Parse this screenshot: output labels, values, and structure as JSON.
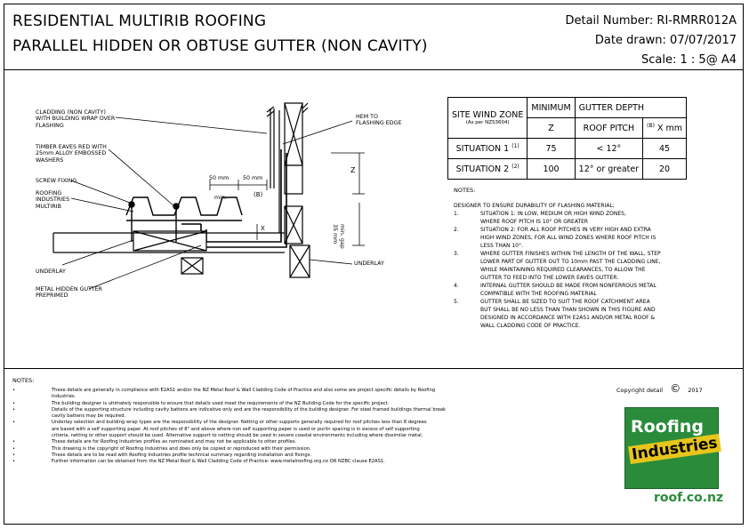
{
  "header": {
    "title_line1": "RESIDENTIAL MULTIRIB ROOFING",
    "title_line2": "PARALLEL HIDDEN OR OBTUSE GUTTER (NON CAVITY)",
    "detail_number": "Detail Number:  RI-RMRR012A",
    "date_drawn": "Date drawn:  07/07/2017",
    "scale": "Scale:   1 : 5@ A4"
  },
  "drawing_labels": {
    "cladding": [
      "CLADDING (NON CAVITY)",
      "WITH BUILDING WRAP OVER",
      "FLASHING"
    ],
    "timber": [
      "TIMBER EAVES RED WITH",
      "25mm ALLOY EMBOSSED",
      "WASHERS"
    ],
    "screw": [
      "SCREW FIXING"
    ],
    "roofing": [
      "ROOFING",
      "INDUSTRIES",
      "MULTIRIB"
    ],
    "underlay_left": [
      "UNDERLAY"
    ],
    "gutter": [
      "METAL HIDDEN GUTTER",
      "PREPRIMED"
    ],
    "hemto": [
      "HEM TO",
      "FLASHING EDGE"
    ],
    "underlay_right": [
      "UNDERLAY"
    ],
    "dim_50a": "50 mm",
    "dim_50b": "50 mm",
    "dim_min": "min.",
    "dim_b": "(B)",
    "dim_z": "Z",
    "dim_x": "X",
    "dim_35": "35 mm",
    "dim_min_gap": "min. gap"
  },
  "wind_table": {
    "h_site": "SITE WIND ZONE",
    "h_site_sub": "(As per NZS3604)",
    "h_min": "MINIMUM",
    "h_min_sub": "Z",
    "h_gutter": "GUTTER DEPTH",
    "h_pitch": "ROOF PITCH",
    "h_x": "X mm",
    "h_x_sup": "(B)",
    "rows": [
      {
        "situation": "SITUATION 1",
        "sup": "(1)",
        "z": "75",
        "pitch": "< 12°",
        "x": "45"
      },
      {
        "situation": "SITUATION 2",
        "sup": "(2)",
        "z": "100",
        "pitch": "12° or greater",
        "x": "20"
      }
    ]
  },
  "notes": {
    "title": "NOTES:",
    "lines": [
      {
        "n": "",
        "t": "DESIGNER TO ENSURE DURABILITY OF FLASHING MATERIAL;"
      },
      {
        "n": "1.",
        "t": "SITUATION 1: IN LOW, MEDIUM OR HIGH WIND ZONES,"
      },
      {
        "n": "",
        "t": "WHERE ROOF PITCH IS 10° OR GREATER"
      },
      {
        "n": "2.",
        "t": "SITUATION 2: FOR ALL ROOF PITCHES IN VERY HIGH AND EXTRA"
      },
      {
        "n": "",
        "t": "HIGH WIND ZONES, FOR ALL WIND ZONES WHERE ROOF PITCH IS"
      },
      {
        "n": "",
        "t": "LESS THAN 10°."
      },
      {
        "n": "3.",
        "t": "WHERE GUTTER FINISHES WITHIN THE LENGTH OF THE WALL, STEP"
      },
      {
        "n": "",
        "t": "LOWER PART OF GUTTER OUT TO 10mm PAST THE CLADDING LINE,"
      },
      {
        "n": "",
        "t": "WHILE MAINTAINING REQUIRED CLEARANCES, TO ALLOW THE"
      },
      {
        "n": "",
        "t": "GUTTER TO FEED INTO THE LOWER EAVES GUTTER."
      },
      {
        "n": "4.",
        "t": "INTERNAL GUTTER SHOULD BE MADE FROM NONFERROUS METAL"
      },
      {
        "n": "",
        "t": "COMPATIBLE WITH THE ROOFING MATERIAL"
      },
      {
        "n": "5.",
        "t": "GUTTER SHALL BE SIZED TO SUIT THE ROOF CATCHMENT AREA"
      },
      {
        "n": "",
        "t": "BUT SHALL BE NO LESS THAN THAN SHOWN IN THIS FIGURE AND"
      },
      {
        "n": "",
        "t": "DESIGNED IN ACCORDANCE WITH E2AS1 AND/OR METAL ROOF &"
      },
      {
        "n": "",
        "t": "WALL CLADDING CODE OF PRACTICE."
      }
    ]
  },
  "general_notes": {
    "title": "NOTES:",
    "bullet": "•",
    "lines": [
      "These details are generally in compliance with E2AS1 and/or the NZ Metal Roof & Wall Cladding Code of Practice and also some are project specific details by Roofing",
      "Industries.",
      "The building designer is ultimately responsible to ensure that details used meet the requirements of the NZ Building Code for the specific project.",
      "Details of the supporting structure including cavity battens are indicative only and are the responsibility of the building designer. For steel framed buildings thermal break",
      "cavity battens may be required.",
      "Underlay selection and building wrap types are the responsibility of the designer. Netting or other supports generally required for roof pitches less than 8 degrees",
      "are based with a self supporting paper. At roof pitches of 8° and above where non self supporting paper is used or purlin spacing is in excess of self supporting",
      "criteria, netting or other support should be used. Alternative support to netting should be used in severe coastal environments including where dissimilar metal.",
      "These details are for Roofing Industries profiles as nominated and may not be applicable to other profiles.",
      "This drawing is the copyright of Roofing Industries and does only be copied or reproduced with their permission.",
      "These details are to be read with Roofing Industries profile technical summary regarding installation and fixings.",
      "Further information can be obtained from the NZ Metal Roof & Wall Cladding Code of Practice: www.metalroofing.org.nz OR NZBC clause E2AS1."
    ],
    "bullet_rows": [
      0,
      2,
      3,
      5,
      8,
      9,
      10,
      11
    ]
  },
  "copyright": {
    "label": "Copyright detail",
    "symbol": "©",
    "year": "2017"
  },
  "logo": {
    "line1": "Roofing",
    "line2": "Industries",
    "url": "roof.co.nz",
    "green": "#2a8c3a",
    "yellow": "#e8c51c"
  }
}
